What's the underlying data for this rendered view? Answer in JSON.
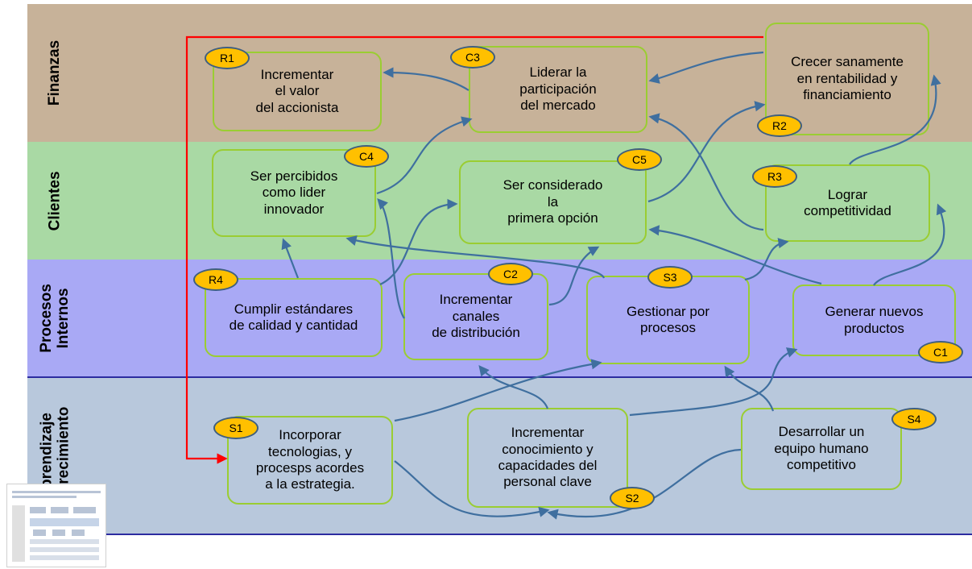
{
  "lanes": {
    "finanzas": "Finanzas",
    "clientes": "Clientes",
    "procesos": "Procesos\nInternos",
    "aprendizaje": "Aprendizaje\ny crecimiento"
  },
  "colors": {
    "finanzas": "#c7b299",
    "clientes": "#a9d9a4",
    "procesos": "#a9a9f5",
    "aprendizaje": "#b8c8dc",
    "node_border": "#9acd32",
    "badge_fill": "#ffc000",
    "arrow": "#3f6f9f",
    "red_line": "#ff0000"
  },
  "nodes": {
    "R1": "Incrementar\nel valor\ndel accionista",
    "C3": "Liderar la\nparticipación\ndel mercado",
    "R2": "Crecer sanamente\nen rentabilidad y\nfinanciamiento",
    "C4": "Ser percibidos\ncomo lider\ninnovador",
    "C5": "Ser considerado\nla\nprimera opción",
    "R3": "Lograr\ncompetitividad",
    "R4": "Cumplir estándares\nde calidad y  cantidad",
    "C2": "Incrementar\ncanales\nde distribución",
    "S3": "Gestionar por\nprocesos",
    "C1": "Generar nuevos\nproductos",
    "S1": "Incorporar\ntecnologias, y\nprocesps acordes\na la estrategia.",
    "S2": "Incrementar\nconocimiento   y\ncapacidades del\npersonal clave",
    "S4": "Desarrollar un\nequipo humano\ncompetitivo"
  },
  "badges": {
    "R1": "R1",
    "C3": "C3",
    "R2": "R2",
    "C4": "C4",
    "C5": "C5",
    "R3": "R3",
    "R4": "R4",
    "C2": "C2",
    "S3": "S3",
    "C1": "C1",
    "S1": "S1",
    "S2": "S2",
    "S4": "S4"
  }
}
